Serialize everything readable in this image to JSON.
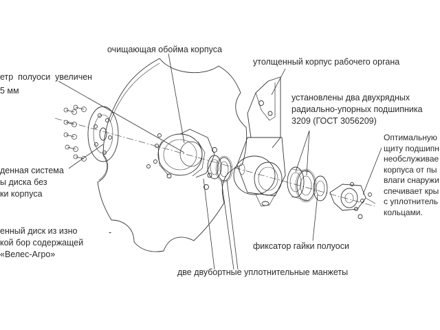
{
  "labels": {
    "cleaning_cage": "очищающая обойма корпуса",
    "thick_body": "утолщенный корпус рабочего органа",
    "bearings": "установлены два двухрядных\nрадиально-упорных подшипника\n3209 (ГОСТ 3056209)",
    "optimal": "Оптимальную\nщиту подшипн\nнеобслуживае\nкорпуса от пы\nвлаги снаружи\nспечивает кры\nс уплотнитель\nкольцами.",
    "axle_diameter": "етр  полуоси  увеличен\n5 мм",
    "mount_system": "денная система\nы диска без\nки корпуса",
    "disc": "енный диск из изно\nкой бор содержащей\n«Велес-Агро»",
    "disc_dash": "-",
    "nut_lock": "фиксатор гайки полуоси",
    "seals": "две двубортные уплотнительные манжеты"
  },
  "colors": {
    "line": "#333333",
    "text": "#2a2a2a",
    "background": "#ffffff"
  }
}
